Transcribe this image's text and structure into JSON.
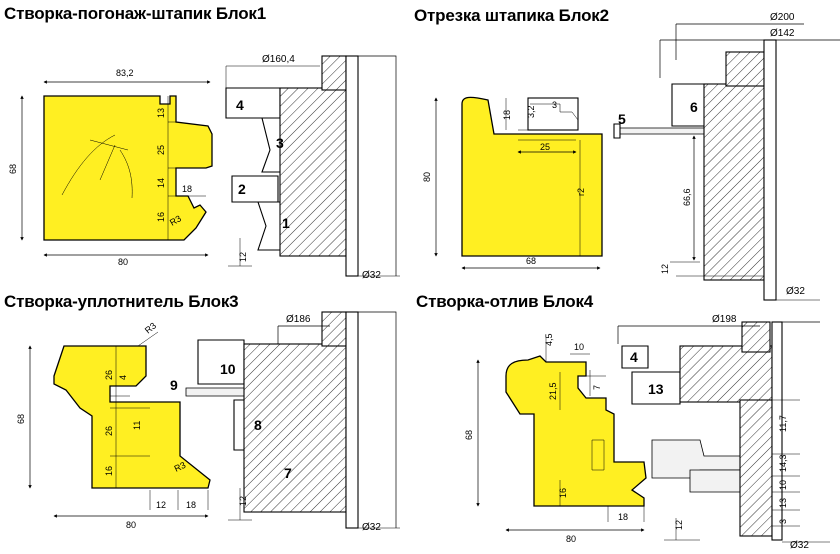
{
  "blocks": [
    {
      "title": "Створка-погонаж-штапик Блок1",
      "parts": [
        "4",
        "3",
        "2",
        "1"
      ],
      "dims": {
        "diameter": "Ø160,4",
        "top_width": "83,2",
        "bottom_width": "80",
        "height": "68",
        "v1": "13",
        "v2": "25",
        "v3": "14",
        "v4": "16",
        "h1": "18",
        "radius": "R3",
        "offset": "12",
        "bore": "Ø32"
      }
    },
    {
      "title": "Отрезка штапика Блок2",
      "parts": [
        "5",
        "6"
      ],
      "dims": {
        "d_outer": "Ø200",
        "d_inner": "Ø142",
        "h18": "18",
        "h3_2": "3,2",
        "w3": "3",
        "w25": "25",
        "height": "80",
        "r2": "r2",
        "w68": "68",
        "cut": "66,6",
        "offset": "12",
        "bore": "Ø32"
      }
    },
    {
      "title": "Створка-уплотнитель Блок3",
      "parts": [
        "10",
        "9",
        "8",
        "7"
      ],
      "dims": {
        "diameter": "Ø186",
        "radius_top": "R3",
        "height": "68",
        "v1": "26",
        "v2": "26",
        "v3": "16",
        "small_4": "4",
        "small_11": "11",
        "radius_bottom": "R3",
        "w12": "12",
        "w18": "18",
        "width": "80",
        "offset": "12",
        "bore": "Ø32"
      }
    },
    {
      "title": "Створка-отлив Блок4",
      "parts": [
        "4",
        "13"
      ],
      "dims": {
        "diameter": "Ø198",
        "d4_5": "4,5",
        "d10": "10",
        "d7": "7",
        "d21_5": "21,5",
        "height": "68",
        "d16": "16",
        "d18": "18",
        "width": "80",
        "v11_7": "11,7",
        "v14_3": "14,3",
        "v10": "10",
        "v13": "13",
        "v3": "3",
        "offset": "12",
        "bore": "Ø32"
      }
    }
  ]
}
